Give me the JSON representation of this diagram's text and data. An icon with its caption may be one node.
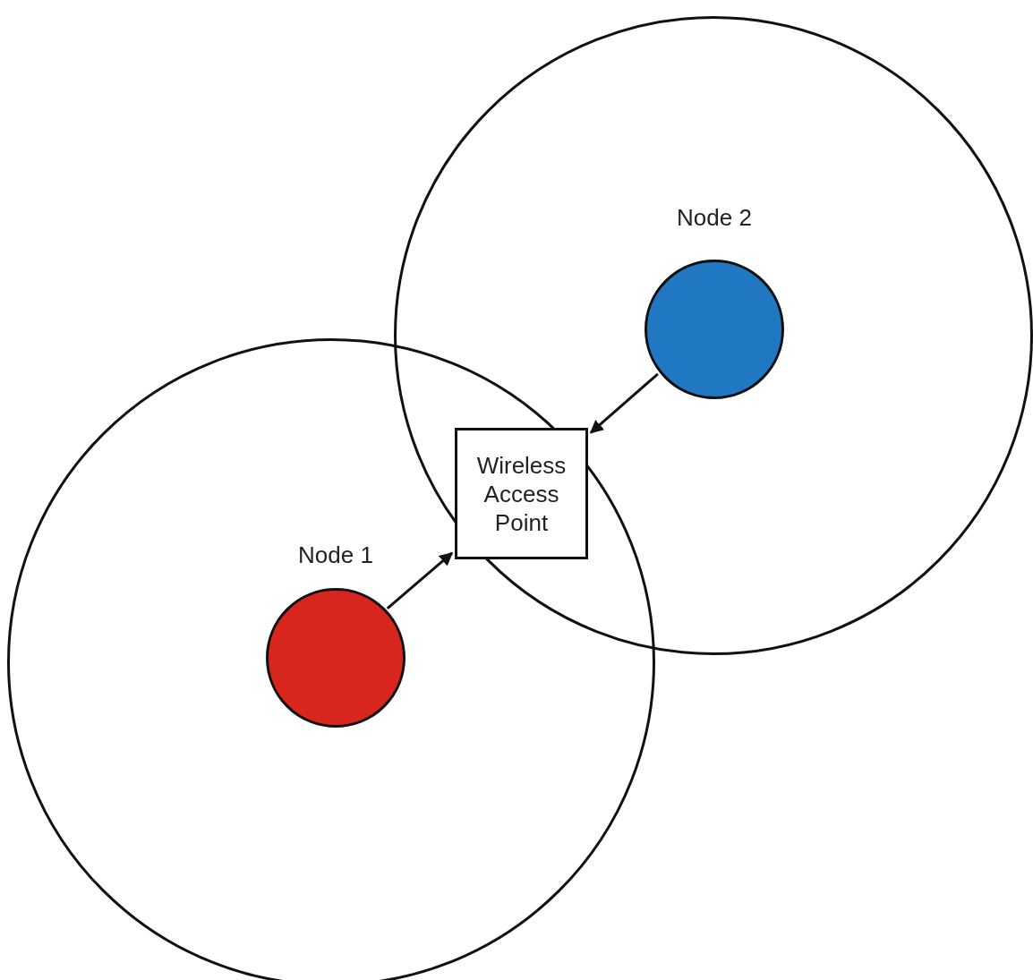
{
  "diagram": {
    "nodes": [
      {
        "text": [],
        "shape": "circle"
      },
      {
        "text": [
          "Node 2"
        ],
        "in": 0
      },
      {
        "text": [],
        "shape": "circle"
      },
      {
        "text": [
          "Wireless Access Point"
        ]
      },
      {
        "text": [
          "Node 1"
        ],
        "in": 2
      }
    ],
    "edges": [
      {
        "from": 1,
        "to": 3,
        "arrow": "to"
      },
      {
        "from": 4,
        "to": 3,
        "arrow": "to"
      }
    ]
  }
}
